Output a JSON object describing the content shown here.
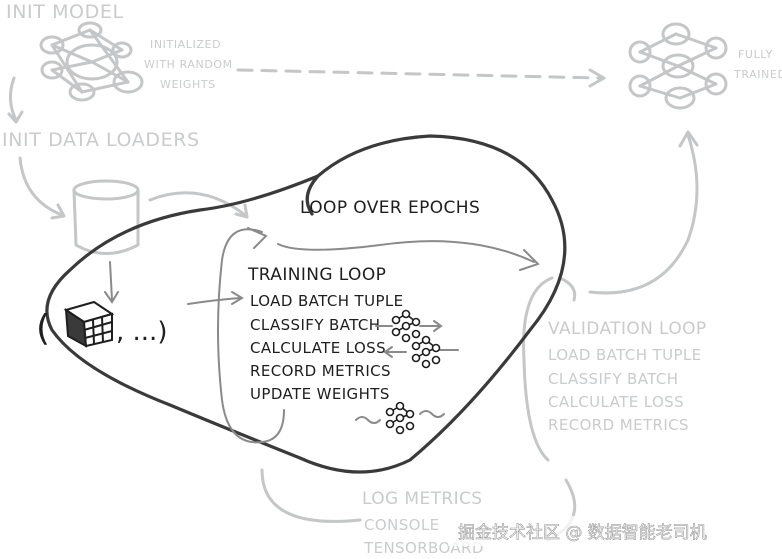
{
  "init_model": {
    "title": "INIT MODEL",
    "note_lines": [
      "INITIALIZED",
      "WITH RANDOM",
      "WEIGHTS"
    ]
  },
  "fully_trained": {
    "lines": [
      "FULLY",
      "TRAINED"
    ]
  },
  "init_data_loaders": {
    "title": "INIT DATA LOADERS"
  },
  "batch_tuple": {
    "text": "(     , ...)"
  },
  "loop_over_epochs": {
    "title": "LOOP OVER EPOCHS"
  },
  "training_loop": {
    "title": "TRAINING LOOP",
    "steps": [
      "LOAD BATCH TUPLE",
      "CLASSIFY BATCH",
      "CALCULATE LOSS",
      "RECORD METRICS",
      "UPDATE WEIGHTS"
    ]
  },
  "validation_loop": {
    "title": "VALIDATION LOOP",
    "steps": [
      "LOAD BATCH TUPLE",
      "CLASSIFY BATCH",
      "CALCULATE LOSS",
      "RECORD METRICS"
    ]
  },
  "log_metrics": {
    "title": "LOG METRICS",
    "items": [
      "CONSOLE",
      "TENSORBOARD"
    ]
  },
  "watermark": {
    "text": "掘金技术社区 @ 数据智能老司机"
  },
  "colors": {
    "dark": "#1e1e1e",
    "faint": "#c9cbcc",
    "background": "#ffffff"
  }
}
